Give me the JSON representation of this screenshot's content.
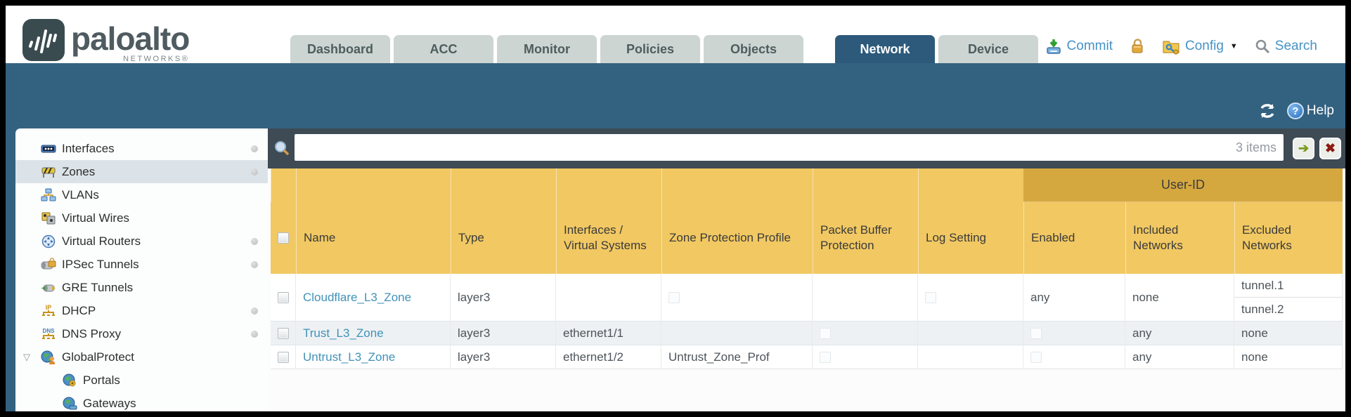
{
  "brand": {
    "name": "paloalto",
    "sub": "NETWORKS®"
  },
  "header": {
    "tabs": [
      {
        "label": "Dashboard",
        "active": false
      },
      {
        "label": "ACC",
        "active": false
      },
      {
        "label": "Monitor",
        "active": false
      },
      {
        "label": "Policies",
        "active": false
      },
      {
        "label": "Objects",
        "active": false
      },
      {
        "label": "Network",
        "active": true
      },
      {
        "label": "Device",
        "active": false
      }
    ],
    "actions": {
      "commit_label": "Commit",
      "config_label": "Config",
      "search_label": "Search"
    }
  },
  "teal": {
    "help_label": "Help"
  },
  "sidebar": {
    "items": [
      {
        "label": "Interfaces",
        "icon": "interfaces-icon",
        "dot": true,
        "selected": false
      },
      {
        "label": "Zones",
        "icon": "zones-icon",
        "dot": true,
        "selected": true
      },
      {
        "label": "VLANs",
        "icon": "vlans-icon",
        "dot": false,
        "selected": false
      },
      {
        "label": "Virtual Wires",
        "icon": "virtual-wires-icon",
        "dot": false,
        "selected": false
      },
      {
        "label": "Virtual Routers",
        "icon": "virtual-routers-icon",
        "dot": true,
        "selected": false
      },
      {
        "label": "IPSec Tunnels",
        "icon": "ipsec-tunnels-icon",
        "dot": true,
        "selected": false
      },
      {
        "label": "GRE Tunnels",
        "icon": "gre-tunnels-icon",
        "dot": false,
        "selected": false
      },
      {
        "label": "DHCP",
        "icon": "dhcp-icon",
        "dot": true,
        "selected": false
      },
      {
        "label": "DNS Proxy",
        "icon": "dns-proxy-icon",
        "dot": true,
        "selected": false
      },
      {
        "label": "GlobalProtect",
        "icon": "globalprotect-icon",
        "dot": false,
        "selected": false,
        "expandable": true
      },
      {
        "label": "Portals",
        "icon": "portals-icon",
        "dot": false,
        "selected": false,
        "indent": 1
      },
      {
        "label": "Gateways",
        "icon": "gateways-icon",
        "dot": false,
        "selected": false,
        "indent": 1
      }
    ]
  },
  "search": {
    "value": "",
    "count_label": "3 items"
  },
  "table": {
    "group_header": "User-ID",
    "columns": [
      "Name",
      "Type",
      "Interfaces / Virtual Systems",
      "Zone Protection Profile",
      "Packet Buffer Protection",
      "Log Setting",
      "Enabled",
      "Included Networks",
      "Excluded Networks"
    ],
    "rows": [
      {
        "name": "Cloudflare_L3_Zone",
        "type": "layer3",
        "interfaces": [
          "tunnel.1",
          "tunnel.2"
        ],
        "zone_protection_profile": "",
        "packet_buffer_protection": false,
        "log_setting": "",
        "enabled": false,
        "included_networks": "any",
        "excluded_networks": "none"
      },
      {
        "name": "Trust_L3_Zone",
        "type": "layer3",
        "interfaces": [
          "ethernet1/1"
        ],
        "zone_protection_profile": "",
        "packet_buffer_protection": false,
        "log_setting": "",
        "enabled": false,
        "included_networks": "any",
        "excluded_networks": "none"
      },
      {
        "name": "Untrust_L3_Zone",
        "type": "layer3",
        "interfaces": [
          "ethernet1/2"
        ],
        "zone_protection_profile": "Untrust_Zone_Prof",
        "packet_buffer_protection": false,
        "log_setting": "",
        "enabled": false,
        "included_networks": "any",
        "excluded_networks": "none"
      }
    ]
  },
  "colors": {
    "teal_band": "#336180",
    "active_tab": "#2d5a7b",
    "inactive_tab": "#ccd5d2",
    "slate": "#3e4a54",
    "header_yellow": "#f1c862",
    "header_yellow_dark": "#d5a83f",
    "link_blue": "#4192b8",
    "action_blue": "#4692c5",
    "alt_row": "#eef1f4"
  }
}
